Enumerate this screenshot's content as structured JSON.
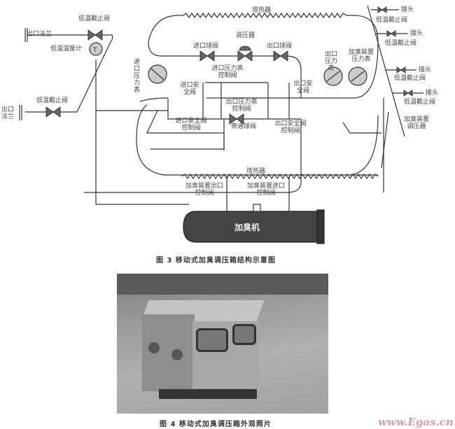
{
  "figure3": {
    "caption": "图 3   移动式加臭调压箱结构示意图",
    "labels": {
      "valve_top_left": "低温截止阀",
      "outlet_flange_top": "出口法兰",
      "thermometer": "低温温度计",
      "valve_bottom_left": "低温截止阀",
      "outlet_flange_left": "出口法兰",
      "heater_top": "增热器",
      "regulator": "调压器",
      "inlet_ball_valve": "进口球阀",
      "outlet_ball_valve": "出口球阀",
      "inlet_pressure_gauge": "进口压力表",
      "outlet_pressure_gauge": "出口压力表",
      "odorizer_pressure_gauge": "加臭装置压力表",
      "inlet_safety_valve": "进口安全阀",
      "inlet_gauge_control_valve": "进口压力表控制阀",
      "outlet_safety_valve": "出口安全阀",
      "outlet_gauge_control_valve": "出口压力表控制阀",
      "bypass_ball_valve": "旁通球阀",
      "inlet_safety_control_valve": "进口安全阀控制阀",
      "outlet_safety_control_valve": "出口安全阀控制阀",
      "heater_bottom": "增热器",
      "odorizer_outlet_control_valve": "加臭装置出口控制阀",
      "odorizer_inlet_control_valve": "加臭装置进口控制阀",
      "odorizer": "加臭机",
      "odorizer_regulator": "加臭装置调压器"
    },
    "right_branches": [
      {
        "joint": "接头",
        "valve": "低温截止阀"
      },
      {
        "joint": "接头",
        "valve": "低温截止阀"
      },
      {
        "joint": "接头",
        "valve": "低温截止阀"
      },
      {
        "joint": "接头",
        "valve": "低温截止阀"
      }
    ]
  },
  "figure4": {
    "caption": "图 4   移动式加臭调压箱外观照片"
  },
  "watermark": "www.Egas.cn"
}
